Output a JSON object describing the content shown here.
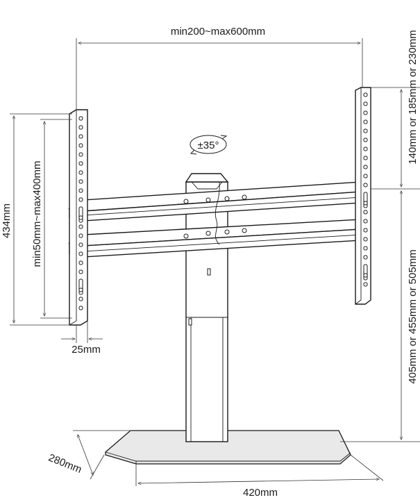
{
  "diagram": {
    "labels": {
      "width_range": "min200~max600mm",
      "rotation": "±35°",
      "height_434": "434mm",
      "vertical_range": "min50mm~max400mm",
      "depth_25": "25mm",
      "top_offsets": "140mm or 185mm or 230mm",
      "height_options": "405mm or 455mm or 505mm",
      "base_depth": "280mm",
      "base_width": "420mm"
    },
    "colors": {
      "line": "#1a1a1a",
      "base_fill": "#e9e9e9",
      "background": "#ffffff"
    }
  }
}
